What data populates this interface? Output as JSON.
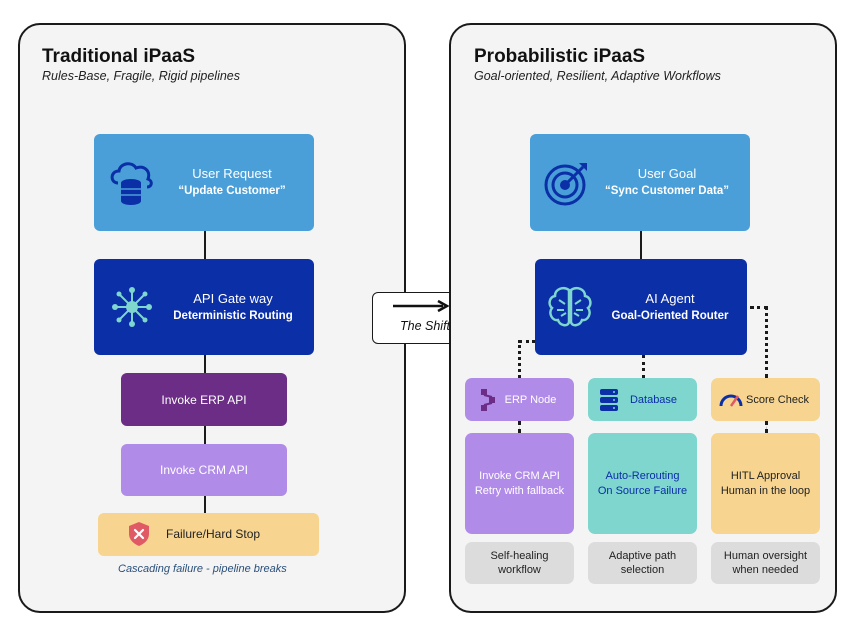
{
  "left": {
    "title": "Traditional iPaaS",
    "subtitle": "Rules-Base, Fragile, Rigid pipelines",
    "user_request": {
      "line1": "User Request",
      "line2": "“Update Customer”",
      "icon": "cloud-database-icon"
    },
    "api_gateway": {
      "line1": "API Gate way",
      "line2": "Deterministic Routing",
      "icon": "network-hub-icon"
    },
    "invoke_erp": "Invoke ERP API",
    "invoke_crm": "Invoke CRM API",
    "failure": {
      "label": "Failure/Hard Stop",
      "icon": "shield-x-icon"
    },
    "caption": "Cascading failure - pipeline breaks"
  },
  "shift": {
    "label": "The Shift",
    "icon": "arrow-right-icon"
  },
  "right": {
    "title": "Probabilistic iPaaS",
    "subtitle": "Goal-oriented, Resilient, Adaptive Workflows",
    "user_goal": {
      "line1": "User Goal",
      "line2": "“Sync Customer Data”",
      "icon": "target-icon"
    },
    "ai_agent": {
      "line1": "AI Agent",
      "line2": "Goal-Oriented Router",
      "icon": "brain-icon"
    },
    "nodes": [
      {
        "label": "ERP Node",
        "icon": "flow-icon",
        "detail": [
          "Invoke CRM API",
          "Retry with fallback"
        ],
        "outcome": [
          "Self-healing",
          "workflow"
        ]
      },
      {
        "label": "Database",
        "icon": "database-icon",
        "detail": [
          "Auto-Rerouting",
          "On Source Failure"
        ],
        "outcome": [
          "Adaptive path",
          "selection"
        ]
      },
      {
        "label": "Score Check",
        "icon": "gauge-icon",
        "detail": [
          "HITL Approval",
          "Human in the loop"
        ],
        "outcome": [
          "Human oversight",
          "when needed"
        ]
      }
    ]
  },
  "colors": {
    "light_blue": "#4a9fd8",
    "dark_blue": "#0b2fa6",
    "dark_purple": "#6b2d86",
    "light_purple": "#b08be8",
    "peach": "#f7d590",
    "teal": "#7ed6cf",
    "red_icon": "#e05a66"
  }
}
